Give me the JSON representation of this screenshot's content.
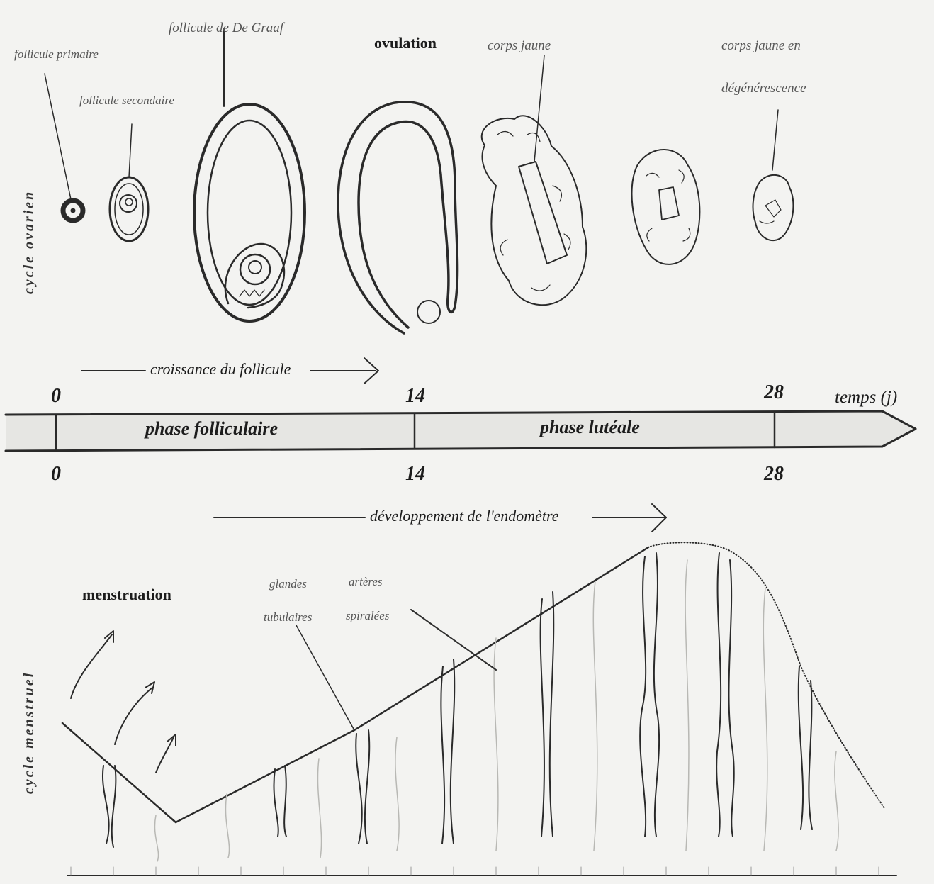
{
  "ovary": {
    "side_label": "cycle ovarien",
    "labels": {
      "primary_follicle": "follicule primaire",
      "secondary_follicle": "follicule secondaire",
      "mature_follicle": "follicule de De Graaf",
      "ovulation": "ovulation",
      "corpus_luteum": "corps jaune",
      "degenerating_corpus_luteum_line1": "corps jaune en",
      "degenerating_corpus_luteum_line2": "dégénérescence"
    },
    "growth_arrow": "croissance du follicule"
  },
  "timeline": {
    "ticks_top": [
      "0",
      "14",
      "28"
    ],
    "ticks_bottom": [
      "0",
      "14",
      "28"
    ],
    "axis_label": "temps (j)",
    "phase_follicular": "phase folliculaire",
    "phase_luteal": "phase lutéale"
  },
  "uterus": {
    "side_label": "cycle menstruel",
    "development_arrow": "développement de l'endomètre",
    "menstruation": "menstruation",
    "glands_line1": "glandes",
    "glands_line2": "tubulaires",
    "arteries_line1": "artères",
    "arteries_line2": "spiralées"
  }
}
